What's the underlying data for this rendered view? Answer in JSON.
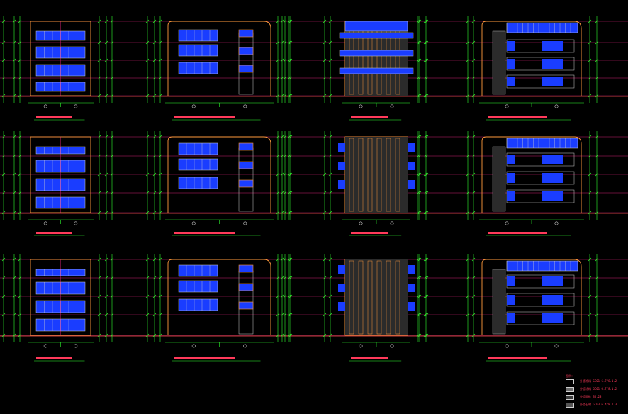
{
  "drawing": {
    "colors": {
      "background": "#000000",
      "outline": "#ff9a3c",
      "grid": "#ff2a8a",
      "dimension": "#30ff30",
      "window": "#1a3dff",
      "wall": "#d0d0d0",
      "floor_line": "#ff5050",
      "label": "#ff3a5a"
    },
    "legend": {
      "title": "图例：",
      "items": [
        {
          "label": "外墙涂料 GC01 6.7/8.1.2",
          "swatch": "#000000"
        },
        {
          "label": "外墙涂料 GC01 6.7/8.1.2",
          "swatch": "#6a6a6a"
        },
        {
          "label": "外墙面砖 S5.2S",
          "swatch": "#3a3a3a"
        },
        {
          "label": "外墙石材 GC03 6.4/8.1.3",
          "swatch": "#555555"
        }
      ]
    }
  }
}
